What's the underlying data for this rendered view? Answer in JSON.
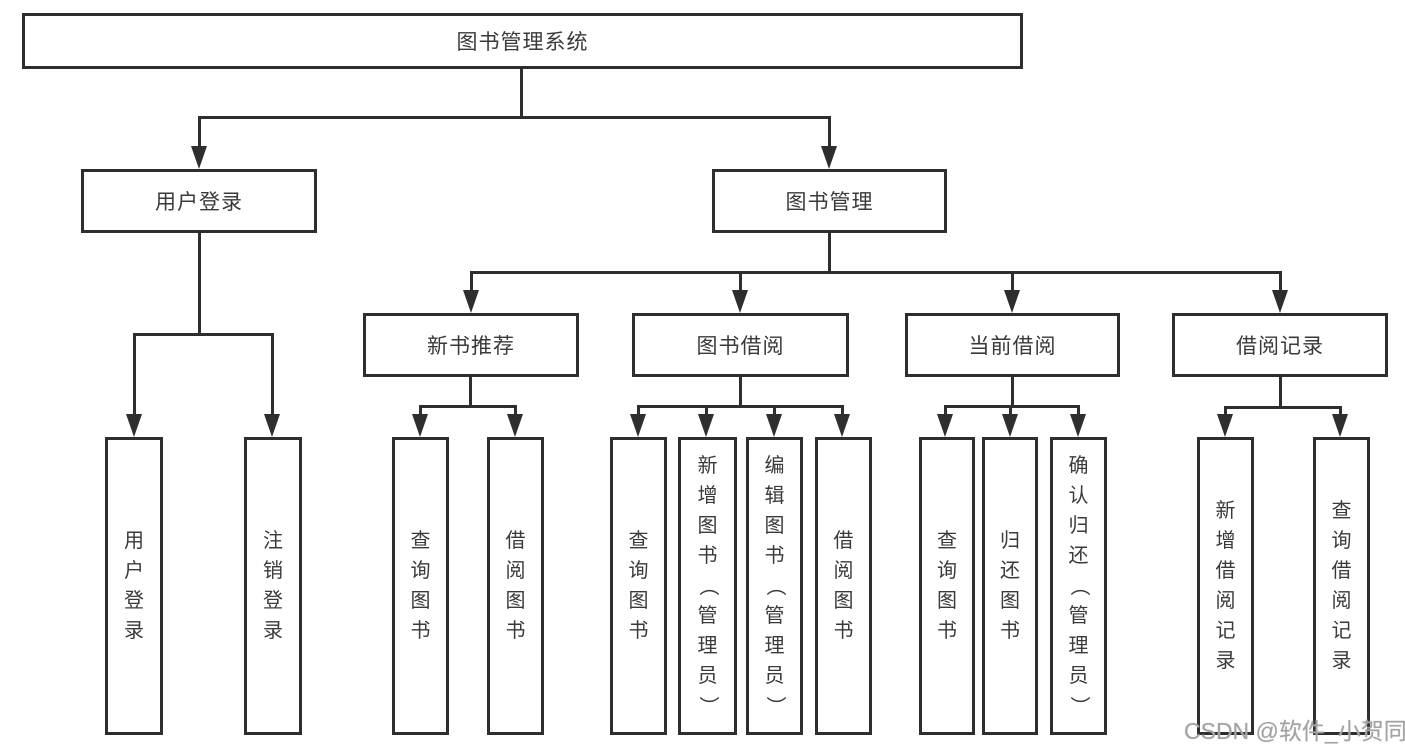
{
  "diagram": {
    "title": "图书管理系统",
    "root": {
      "label": "图书管理系统"
    },
    "level2": [
      {
        "label": "用户登录"
      },
      {
        "label": "图书管理"
      }
    ],
    "level3": [
      {
        "label": "新书推荐"
      },
      {
        "label": "图书借阅"
      },
      {
        "label": "当前借阅"
      },
      {
        "label": "借阅记录"
      }
    ],
    "leaves": {
      "user_login": {
        "label": "用户登录",
        "parent": "用户登录"
      },
      "logout": {
        "label": "注销登录",
        "parent": "用户登录"
      },
      "rec_query_books": {
        "label": "查询图书",
        "parent": "新书推荐"
      },
      "rec_borrow_books": {
        "label": "借阅图书",
        "parent": "新书推荐"
      },
      "bb_query_books": {
        "label": "查询图书",
        "parent": "图书借阅"
      },
      "bb_add_books": {
        "label": "新增图书（管理员）",
        "parent": "图书借阅"
      },
      "bb_edit_books": {
        "label": "编辑图书（管理员）",
        "parent": "图书借阅"
      },
      "bb_borrow_books": {
        "label": "借阅图书",
        "parent": "图书借阅"
      },
      "cb_query_books": {
        "label": "查询图书",
        "parent": "当前借阅"
      },
      "cb_return_books": {
        "label": "归还图书",
        "parent": "当前借阅"
      },
      "cb_confirm_return": {
        "label": "确认归还（管理员）",
        "parent": "当前借阅"
      },
      "br_add_record": {
        "label": "新增借阅记录",
        "parent": "借阅记录"
      },
      "br_query_record": {
        "label": "查询借阅记录",
        "parent": "借阅记录"
      }
    },
    "colors": {
      "line": "#2e2e2e",
      "text": "#3a3a3a",
      "background": "#ffffff",
      "watermark": "#a3a3a3"
    }
  },
  "watermark": {
    "text": "CSDN @软件_小贺同学"
  }
}
